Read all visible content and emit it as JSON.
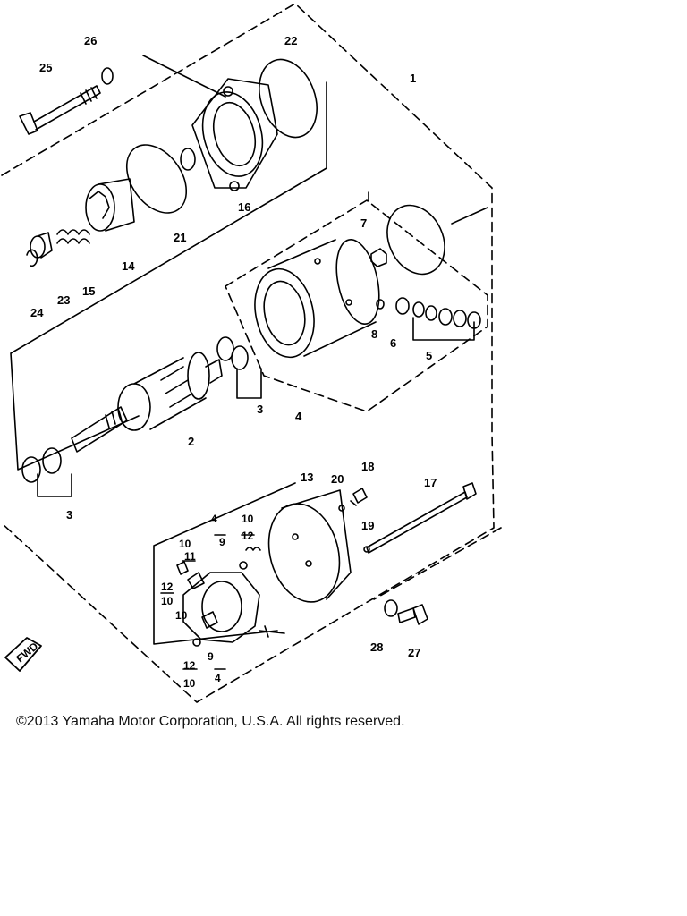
{
  "diagram": {
    "part_labels": {
      "p1": "1",
      "p2": "2",
      "p3a": "3",
      "p3b": "3",
      "p4a": "4",
      "p4b": "4",
      "p4c": "4",
      "p5": "5",
      "p6": "6",
      "p7": "7",
      "p8": "8",
      "p9a": "9",
      "p9b": "9",
      "p10a": "10",
      "p10b": "10",
      "p10c": "10",
      "p10d": "10",
      "p10e": "10",
      "p11": "11",
      "p12a": "12",
      "p12b": "12",
      "p12c": "12",
      "p13": "13",
      "p14": "14",
      "p15": "15",
      "p16": "16",
      "p17": "17",
      "p18": "18",
      "p19": "19",
      "p20": "20",
      "p21": "21",
      "p22": "22",
      "p23": "23",
      "p24": "24",
      "p25": "25",
      "p26": "26",
      "p27": "27",
      "p28": "28"
    },
    "fwd_label": "FWD"
  },
  "footer": {
    "copyright": "©2013 Yamaha Motor Corporation, U.S.A. All rights reserved."
  }
}
